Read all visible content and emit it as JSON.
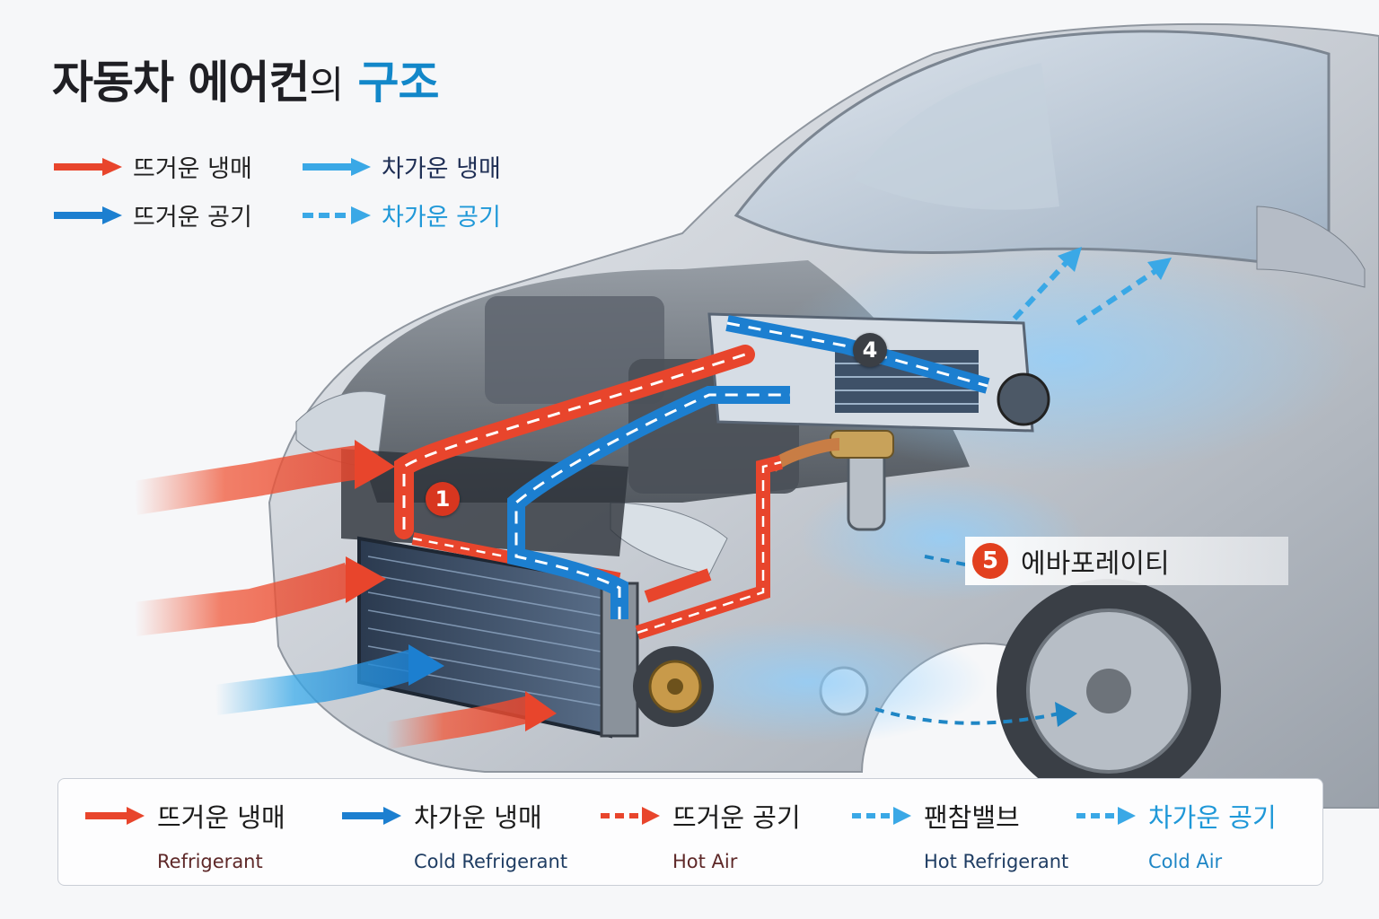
{
  "title": {
    "main": "자동차 에어컨",
    "suffix": "의",
    "accent": "구조"
  },
  "top_legend": [
    {
      "label": "뜨거운 냉매",
      "icon": "red-arrow-icon"
    },
    {
      "label": "차가운 냉매",
      "icon": "cyan-arrow-icon"
    },
    {
      "label": "뜨거운 공기",
      "icon": "blue-arrow-icon"
    },
    {
      "label": "차가운 공기",
      "icon": "cyan-dashed-arrow-icon"
    }
  ],
  "badges": {
    "b1": "1",
    "b4": "4"
  },
  "callout": {
    "number": "5",
    "label": "에바포레이티"
  },
  "bottom_legend": [
    {
      "label": "뜨거운 냉매",
      "sub": "Refrigerant",
      "icon": "red-arrow-icon"
    },
    {
      "label": "차가운 냉매",
      "sub": "Cold Refrigerant",
      "icon": "blue-arrow-icon"
    },
    {
      "label": "뜨거운 공기",
      "sub": "Hot Air",
      "icon": "red-dashed-arrow-icon"
    },
    {
      "label": "팬참밸브",
      "sub": "Hot Refrigerant",
      "icon": "cyan-dashed-arrow-icon"
    },
    {
      "label": "차가운 공기",
      "sub": "Cold Air",
      "icon": "cyan-dashed-arrow-icon"
    }
  ],
  "colors": {
    "hot": "#e8452c",
    "cold": "#1c7fd0",
    "cyan": "#3aa8e6",
    "accent": "#1287c9"
  }
}
